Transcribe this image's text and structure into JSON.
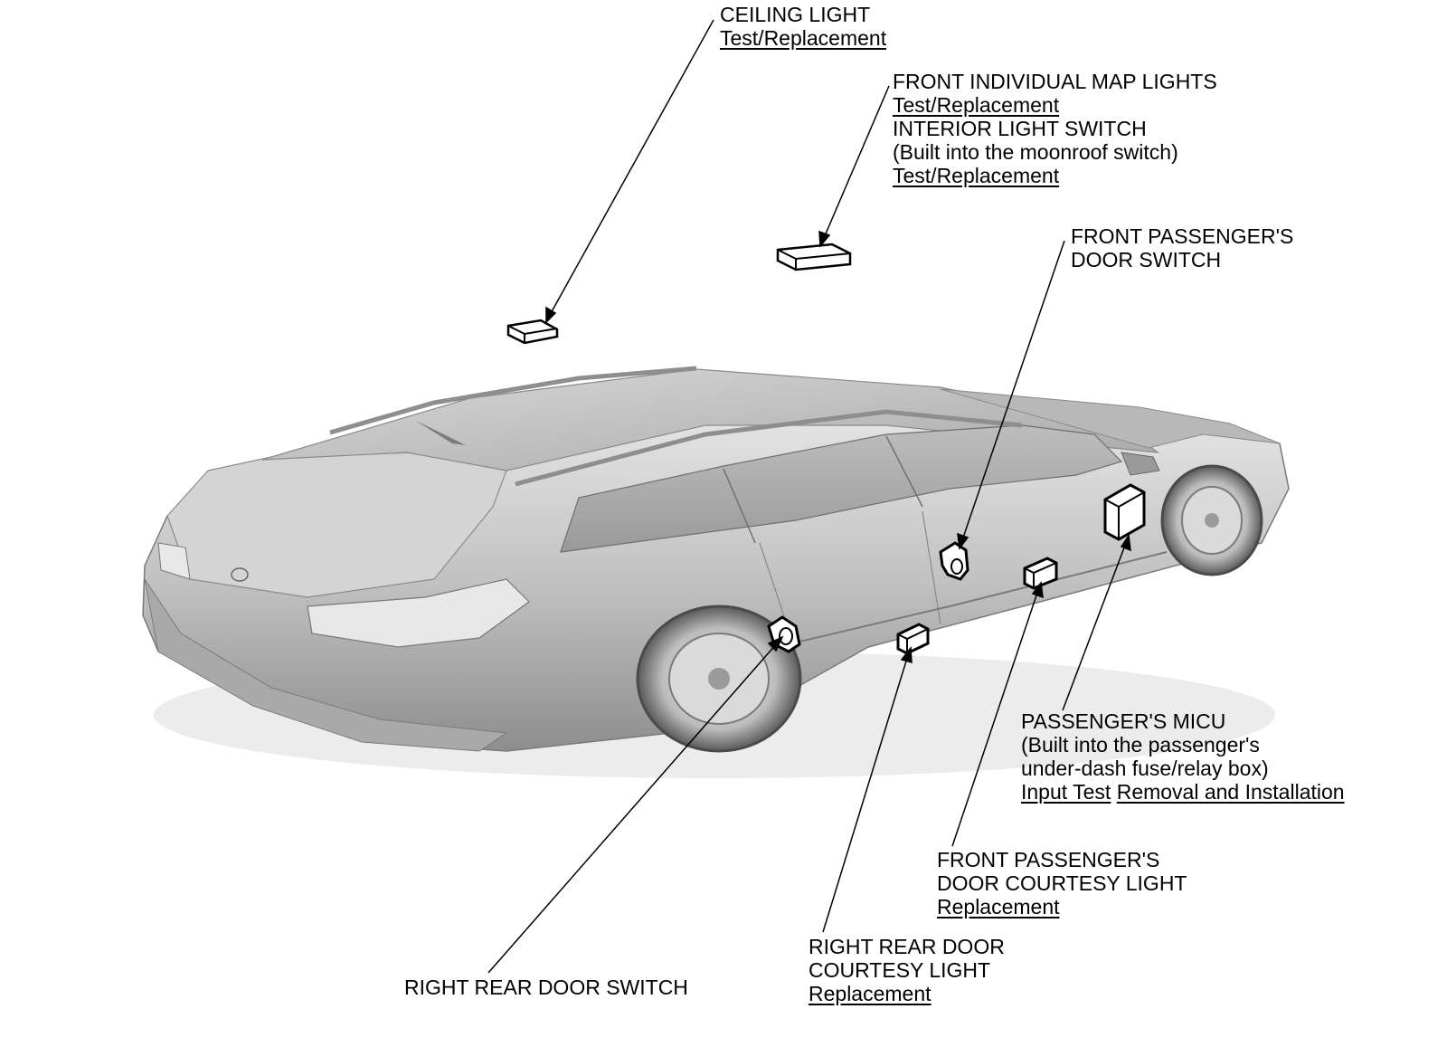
{
  "callouts": {
    "ceiling_light": {
      "title": "CEILING LIGHT",
      "link": "Test/Replacement"
    },
    "front_map_lights": {
      "title": "FRONT INDIVIDUAL MAP LIGHTS",
      "link1": "Test/Replacement",
      "title2": "INTERIOR LIGHT SWITCH",
      "note": "(Built into the moonroof switch)",
      "link2": "Test/Replacement"
    },
    "front_passenger_door_switch": {
      "line1": "FRONT PASSENGER'S",
      "line2": "DOOR SWITCH"
    },
    "passenger_micu": {
      "title": "PASSENGER'S MICU",
      "note1": "(Built into the passenger's",
      "note2": "under-dash fuse/relay box)",
      "link1": "Input Test",
      "link2": "Removal and Installation"
    },
    "front_passenger_courtesy_light": {
      "line1": "FRONT PASSENGER'S",
      "line2": "DOOR COURTESY LIGHT",
      "link": "Replacement"
    },
    "right_rear_courtesy_light": {
      "line1": "RIGHT REAR DOOR",
      "line2": "COURTESY LIGHT",
      "link": "Replacement"
    },
    "right_rear_door_switch": {
      "title": "RIGHT REAR DOOR SWITCH"
    }
  },
  "colors": {
    "line": "#000000",
    "car_body": "#c8c8c8",
    "car_dark": "#8a8a8a",
    "background": "#ffffff"
  }
}
